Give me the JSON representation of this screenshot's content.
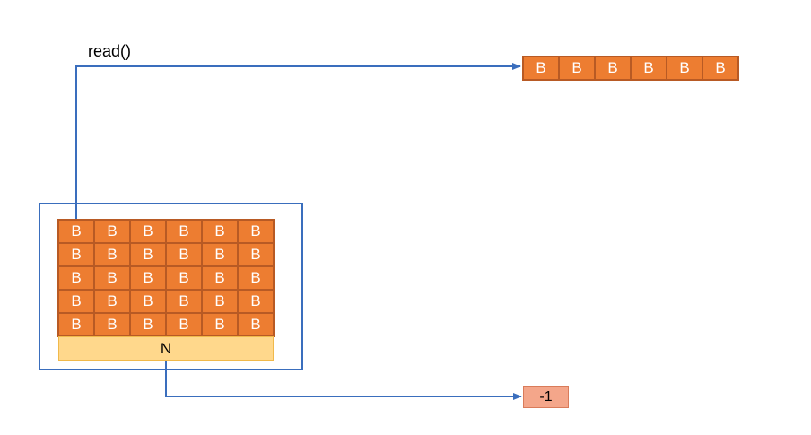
{
  "read_label": "read()",
  "stream": {
    "rows": [
      [
        "B",
        "B",
        "B",
        "B",
        "B",
        "B"
      ],
      [
        "B",
        "B",
        "B",
        "B",
        "B",
        "B"
      ],
      [
        "B",
        "B",
        "B",
        "B",
        "B",
        "B"
      ],
      [
        "B",
        "B",
        "B",
        "B",
        "B",
        "B"
      ],
      [
        "B",
        "B",
        "B",
        "B",
        "B",
        "B"
      ]
    ],
    "end_marker": "N"
  },
  "output": {
    "cells": [
      "B",
      "B",
      "B",
      "B",
      "B",
      "B"
    ],
    "end_result": "-1"
  },
  "colors": {
    "byte_fill": "#ed7d31",
    "end_marker_fill": "#ffd88c",
    "result_fill": "#f4a68a",
    "arrow": "#3a6ebd"
  }
}
